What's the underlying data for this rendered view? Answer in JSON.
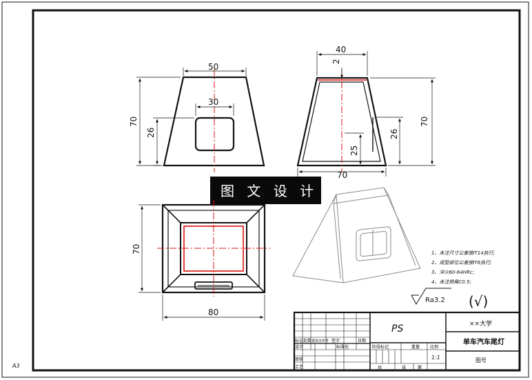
{
  "sheet": {
    "size_label": "A3"
  },
  "banner": {
    "text": "图 文 设 计"
  },
  "front_view": {
    "top_width": "50",
    "window_width": "30",
    "height": "70",
    "window_bottom_offset": "26"
  },
  "side_view": {
    "top_width": "40",
    "wall_thickness": "2",
    "bottom_width": "70",
    "height": "70",
    "offset_a": "25",
    "offset_b": "26"
  },
  "top_view": {
    "height": "70",
    "width": "80"
  },
  "notes": [
    "1、未注尺寸公差按IT14执行;",
    "2、成型部位公差按IT6执行;",
    "3、淬火60-64HRc;",
    "4、未注倒角C0.5;"
  ],
  "roughness": {
    "value": "Ra3.2",
    "symbol": "(√)"
  },
  "title_block": {
    "material": "PS",
    "school": "××大学",
    "part_name": "单车汽车尾灯",
    "drawing_no_label": "图号",
    "scale": "1:1",
    "row_labels": {
      "mark": "标记",
      "count": "处数",
      "file": "更改文件号",
      "sign": "签字",
      "date": "日期",
      "design": "设计",
      "standard": "标准化",
      "review": "审核",
      "process": "工艺",
      "stage": "阶段标记",
      "weight": "重量",
      "scale": "比例",
      "total": "共",
      "sheet": "张",
      "page": "第"
    }
  }
}
